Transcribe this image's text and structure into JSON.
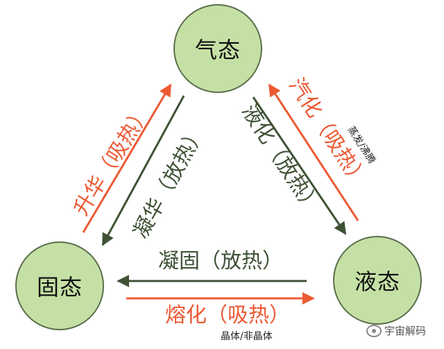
{
  "nodes": {
    "gas": "气态",
    "solid": "固态",
    "liquid": "液态"
  },
  "edges": {
    "sublimation": "升华（吸热）",
    "deposition": "凝华（放热）",
    "vaporization": "汽化（吸热）",
    "vaporization_note": "蒸发/沸腾",
    "condensation": "液化（放热）",
    "solidification": "凝固（放热）",
    "melting": "熔化（吸热）",
    "melting_note": "晶体/非晶体"
  },
  "colors": {
    "absorb": "#ec5a34",
    "release": "#3f5236",
    "node_fill": "#c5e0a5",
    "node_border": "#5a6e4a"
  },
  "watermark": {
    "icon": "wechat-icon",
    "text": "宇宙解码"
  }
}
